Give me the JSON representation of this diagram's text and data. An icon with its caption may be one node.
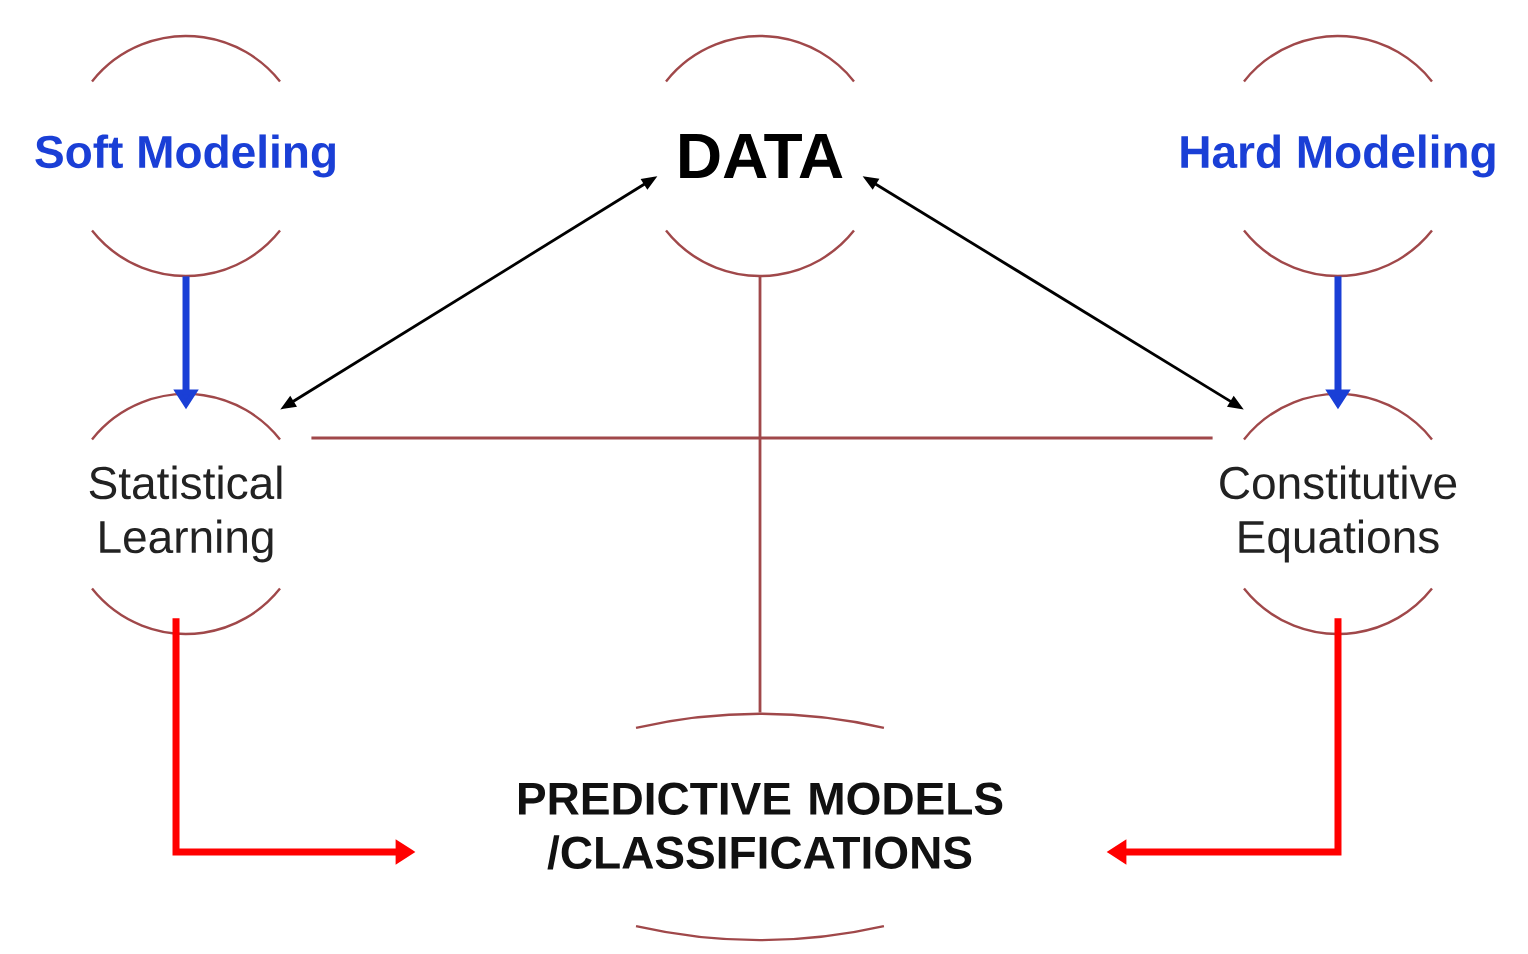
{
  "diagram": {
    "nodes": [
      {
        "text": [
          "Soft Modeling"
        ]
      },
      {
        "text": [
          "DATA"
        ]
      },
      {
        "text": [
          "Hard Modeling"
        ]
      },
      {
        "text": [
          "Statistical Learning"
        ]
      },
      {
        "text": [
          "Constitutive Equations"
        ]
      },
      {
        "text": [
          "PREDICTIVE MODELS /CLASSIFICATIONS"
        ]
      }
    ],
    "edges": [
      {
        "from": 0,
        "to": 3,
        "arrow": "to",
        "style": "thick",
        "color": "#1a3fd6"
      },
      {
        "from": 2,
        "to": 4,
        "arrow": "to",
        "style": "thick",
        "color": "#1a3fd6"
      },
      {
        "from": 1,
        "to": 3,
        "arrow": "both",
        "color": "#000000"
      },
      {
        "from": 1,
        "to": 4,
        "arrow": "both",
        "color": "#000000"
      },
      {
        "from": 3,
        "to": 4,
        "arrow": "none",
        "color": "#a0484a"
      },
      {
        "from": 1,
        "to": 5,
        "arrow": "none",
        "color": "#a0484a"
      },
      {
        "from": 3,
        "to": 5,
        "arrow": "to",
        "style": "thick",
        "color": "#ff0000"
      },
      {
        "from": 4,
        "to": 5,
        "arrow": "to",
        "style": "thick",
        "color": "#ff0000"
      }
    ]
  }
}
